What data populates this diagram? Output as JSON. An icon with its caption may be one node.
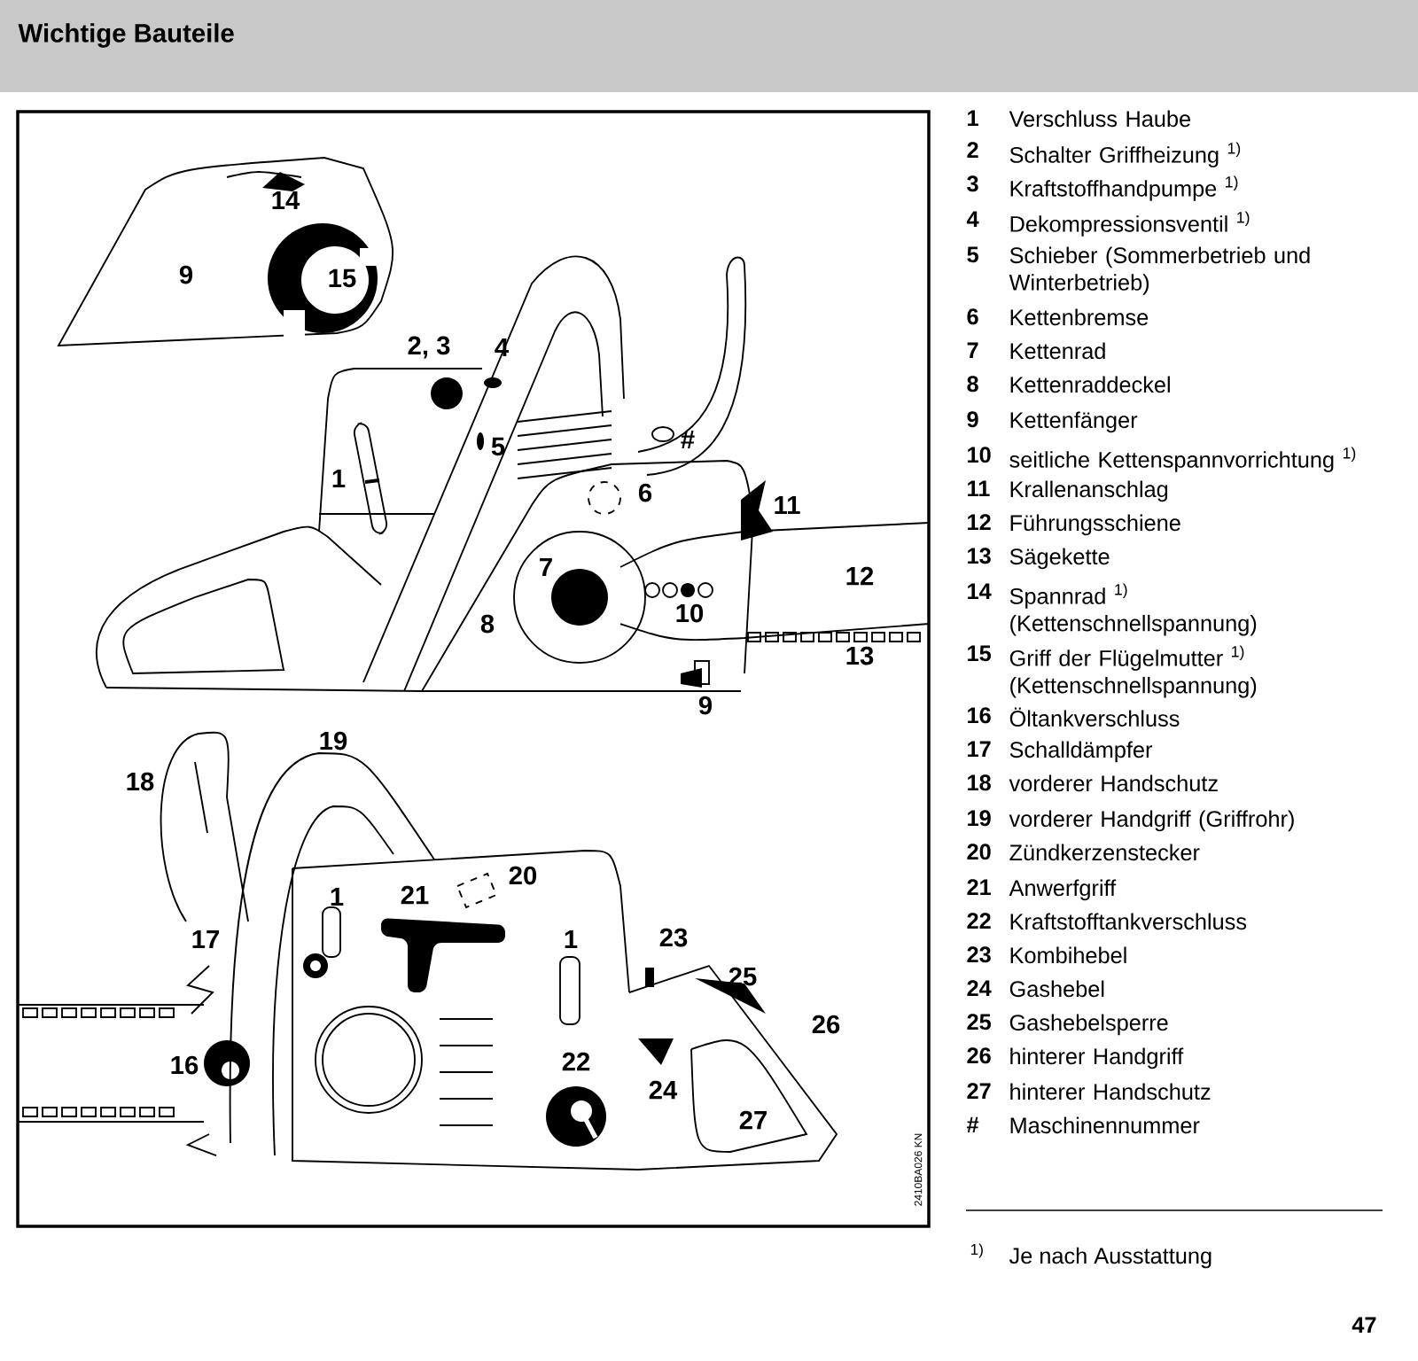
{
  "diagram": {
    "title": "Wichtige Bauteile",
    "labels": [
      "14",
      "9",
      "15",
      "2, 3",
      "4",
      "5",
      "#",
      "1",
      "6",
      "11",
      "7",
      "12",
      "8",
      "10",
      "13",
      "9",
      "19",
      "18",
      "1",
      "21",
      "20",
      "17",
      "1",
      "23",
      "25",
      "26",
      "16",
      "22",
      "24",
      "27",
      "2410BA026 KN",
      "1",
      "Verschluss Haube",
      "2",
      "Schalter Griffheizung $^{1)}$",
      "3",
      "Kraftstoffhandpumpe $^{1)}$",
      "4",
      "Dekompressionsventil $^{1)}$",
      "5",
      "Schieber (Sommerbetrieb und Winterbetrieb)",
      "6",
      "Kettenbremse",
      "7",
      "Kettenrad",
      "8",
      "Kettenraddeckel",
      "9",
      "Kettenfänger",
      "10",
      "seitliche Kettenspannvorrichtung $^{1)}$",
      "11",
      "Krallenanschlag",
      "12",
      "Führungsschiene",
      "13",
      "Sägekette",
      "14",
      "Spannrad $^{1)}$ (Kettenschnellspannung)",
      "15",
      "Griff der Flügelmutter $^{1)}$ (Kettenschnellspannung)",
      "16",
      "Öltankverschluss",
      "17",
      "Schalldämpfer",
      "18",
      "vorderer Handschutz",
      "19",
      "vorderer Handgriff (Griffrohr)",
      "20",
      "Zündkerzenstecker",
      "21",
      "Anwerfgriff",
      "22",
      "Kraftstofftankverschluss",
      "23",
      "Kombihebel",
      "24",
      "Gashebel",
      "25",
      "Gashebelsperre",
      "26",
      "hinterer Handgriff",
      "27",
      "hinterer Handschutz",
      "#",
      "Maschinennummer",
      "1)",
      "Je nach Ausstattung",
      "47"
    ]
  }
}
